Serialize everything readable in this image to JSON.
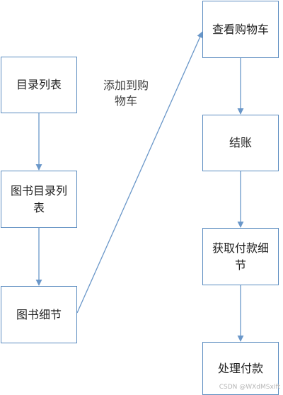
{
  "diagram": {
    "colors": {
      "box_border": "#5b8cc0",
      "arrow": "#6a97c9",
      "text": "#1f1f1f"
    },
    "nodes": {
      "catalog_list": "目录列表",
      "book_catalog_list": "图书目录列表",
      "book_details": "图书细节",
      "view_cart": "查看购物车",
      "checkout": "结账",
      "get_payment_details": "获取付款细节",
      "process_payment": "处理付款"
    },
    "edge_labels": {
      "add_to_cart": "添加到购物车"
    }
  },
  "watermark": "CSDN @WXdMSxIft"
}
